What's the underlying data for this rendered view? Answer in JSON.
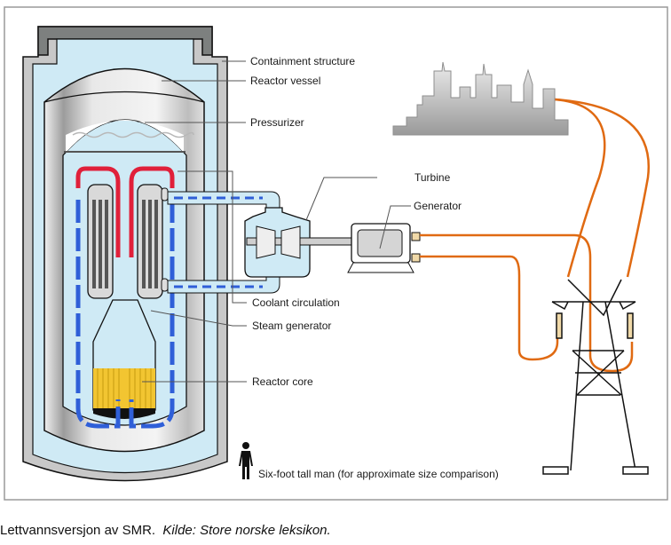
{
  "figure": {
    "labels": {
      "containment": "Containment structure",
      "vessel": "Reactor vessel",
      "pressurizer": "Pressurizer",
      "turbine": "Turbine",
      "generator": "Generator",
      "coolant": "Coolant circulation",
      "steam_generator": "Steam generator",
      "core": "Reactor core",
      "man": "Six-foot tall man (for approximate size comparison)"
    },
    "colors": {
      "water": "#cfeaf5",
      "hot_flow": "#e0203a",
      "cold_flow": "#2f5fd8",
      "power_line": "#e06a12",
      "core_fuel": "#f2c531",
      "containment": "#8a8d8c",
      "steel": "#d8d8d8"
    }
  },
  "caption": {
    "text": "Lettvannsversjon av SMR.",
    "source": "Kilde: Store norske leksikon."
  }
}
